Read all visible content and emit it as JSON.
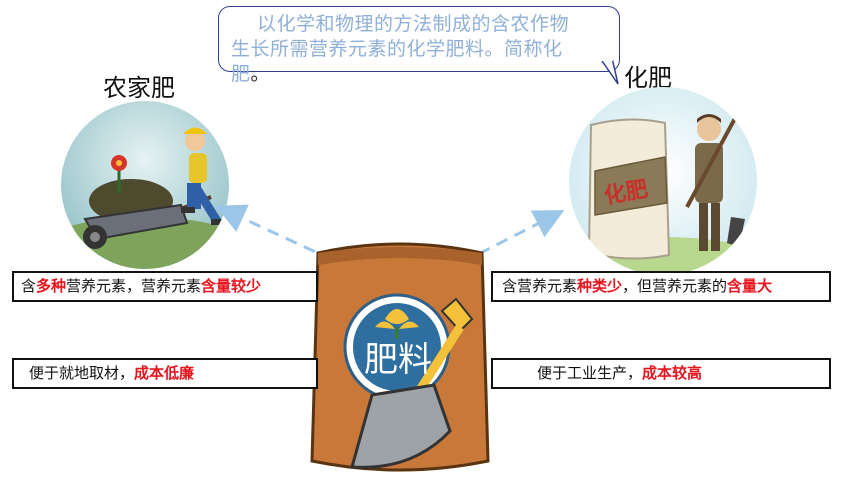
{
  "callout": {
    "line1": "以化学和物理的方法制成的含农作物",
    "line2": "生长所需营养元素的化学肥料。简称化",
    "line3_text": "肥",
    "line3_dot": "。"
  },
  "left": {
    "title": "农家肥",
    "box1": {
      "a": "含",
      "b": "多种",
      "c": "营养元素，营养元素",
      "d": "含量较少"
    },
    "box2": {
      "a": "便于就地取材，",
      "b": "成本低廉"
    }
  },
  "right": {
    "title": "化肥",
    "box1": {
      "a": "含营养元素",
      "b": "种类少",
      "c": "，但营养元素的",
      "d": "含量大"
    },
    "box2": {
      "a": "便于工业生产，",
      "b": "成本较高"
    }
  },
  "bag": {
    "label": "肥料"
  },
  "right_illustration": {
    "sack_text": "化肥"
  },
  "colors": {
    "accent_red": "#e8141e",
    "callout_text": "#8fb0d8",
    "arrow": "#9cc6e8",
    "bag": "#c8793a"
  }
}
